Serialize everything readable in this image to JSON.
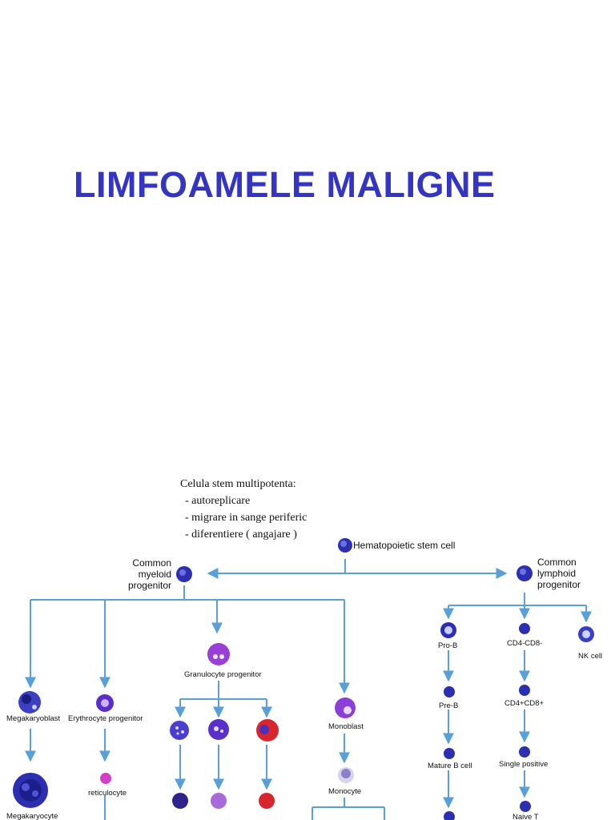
{
  "title": "LIMFOAMELE MALIGNE",
  "note": {
    "heading": "Celula stem multipotenta:",
    "items": [
      "- autoreplicare",
      "- migrare in sange periferic",
      "- diferentiere ( angajare )"
    ]
  },
  "nodes": {
    "hsc": "Hematopoietic stem cell",
    "cmp": [
      "Common",
      "myeloid",
      "progenitor"
    ],
    "clp": [
      "Common",
      "lymphoid",
      "progenitor"
    ],
    "granulocyte_progenitor": "Granulocyte progenitor",
    "megakaryoblast": "Megakaryoblast",
    "erythrocyte_progenitor": "Erythrocyte progenitor",
    "monoblast": "Monoblast",
    "megakaryocyte": "Megakaryocyte",
    "reticulocyte": "reticulocyte",
    "monocyte": "Monocyte",
    "pro_b": "Pro-B",
    "pre_b": "Pre-B",
    "mature_b": "Mature B cell",
    "cd4_cd8_neg": "CD4-CD8-",
    "cd4_cd8_pos": "CD4+CD8+",
    "single_positive": "Single positive",
    "naive_t": "Naive T",
    "nk_cell": "NK cell"
  },
  "colors": {
    "title": "#3535c4",
    "arrow": "#5aa0d8",
    "cell_blue": "#2b2fb0",
    "cell_purple": "#8a3fd6",
    "cell_magenta": "#c22fc8",
    "cell_red": "#d8262f"
  }
}
